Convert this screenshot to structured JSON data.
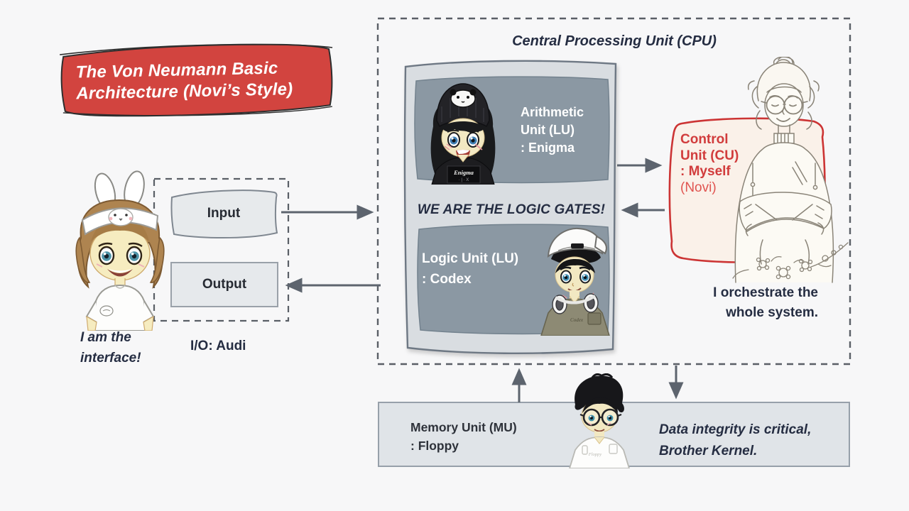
{
  "title": {
    "line1": "The Von Neumann Basic",
    "line2": "Architecture (Novi’s Style)"
  },
  "interface": {
    "quote_line1": "I am the",
    "quote_line2": "interface!",
    "io_caption": "I/O: Audi",
    "input_label": "Input",
    "output_label": "Output"
  },
  "cpu": {
    "title": "Central Processing Unit (CPU)",
    "arithmetic_line1": "Arithmetic",
    "arithmetic_line2": "Unit (LU)",
    "arithmetic_line3": ": Enigma",
    "slogan": "WE ARE THE LOGIC GATES!",
    "logic_line1": "Logic Unit (LU)",
    "logic_line2": ": Codex"
  },
  "control": {
    "line1": "Control",
    "line2": "Unit (CU)",
    "line3": ": Myself",
    "line4": "(Novi)",
    "quote_line1": "I orchestrate the",
    "quote_line2": "whole system."
  },
  "memory": {
    "label_line1": "Memory Unit (MU)",
    "label_line2": ": Floppy",
    "quote_line1": "Data integrity is critical,",
    "quote_line2": "Brother Kernel."
  },
  "avatars": {
    "enigma_shirt": "Enigma",
    "codex_shirt": "Codex",
    "floppy_shirt": "Floppy"
  },
  "colors": {
    "banner_red": "#d2443f",
    "control_red": "#d13c3c",
    "control_bg": "#faf1e9",
    "navy_text": "#252d42",
    "slate_panel": "#8b98a3",
    "cpu_box_gray": "#d9dde1",
    "memory_gray": "#e0e4e8",
    "arrow_gray": "#5d646e",
    "dash_gray": "#5a5f66"
  }
}
